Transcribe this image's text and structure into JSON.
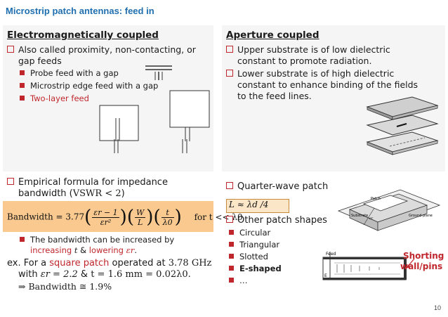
{
  "slide": {
    "title": "Microstrip patch antennas: feed in",
    "page_number": "10"
  },
  "em_coupled": {
    "heading": "Electromagnetically coupled",
    "line1": "Also called proximity, non-contacting, or",
    "line2": "gap feeds",
    "items": [
      "Probe feed with a gap",
      "Microstrip edge feed with a gap",
      "Two-layer feed"
    ]
  },
  "aperture": {
    "heading": "Aperture coupled",
    "b1_line1": "Upper substrate is of low dielectric",
    "b1_line2": "constant to promote radiation.",
    "b2_line1": "Lower substrate is of high dielectric",
    "b2_line2": "constant to enhance binding of the fields",
    "b2_line3": "to the feed lines."
  },
  "impedance": {
    "line1": "Empirical formula for impedance",
    "line2_a": "bandwidth (",
    "line2_b": "VSWR < 2",
    "line2_c": ")",
    "formula_lhs": "Bandwidth = 3.77",
    "f1_num": "εr − 1",
    "f1_den": "εr²",
    "f2_num": "W",
    "f2_den": "L",
    "f3_num": "t",
    "f3_den": "λ0",
    "formula_cond": "for t << λ0",
    "note_line1": "The bandwidth can be increased by",
    "note_inc": "increasing",
    "note_t": "t",
    "note_amp": "&",
    "note_low": "lowering",
    "note_er": "εr",
    "note_end": ".",
    "ex_a": "ex. For a",
    "ex_sq": "square patch",
    "ex_b": "operated at",
    "ex_freq": "3.78 GHz",
    "ex2_a": "with",
    "ex2_er": "εr = 2.2",
    "ex2_amp": "&",
    "ex2_t": "t = 1.6 mm = 0.02λ0.",
    "ex3": "⇒ Bandwidth ≅ 1.9%"
  },
  "quarter": {
    "heading": "Quarter-wave patch",
    "formula": "L ≈ λd /4",
    "other_heading": "Other patch shapes",
    "shapes": [
      "Circular",
      "Triangular",
      "Slotted",
      "E-shaped",
      "…"
    ]
  },
  "figure": {
    "patch_label": "Patch",
    "substrate_label": "Substrate",
    "er_label": "εr",
    "ground_label": "Ground plane",
    "feed_label": "Feed",
    "e_label": "E",
    "shorting_line1": "Shorting",
    "shorting_line2": "wall/pins"
  }
}
